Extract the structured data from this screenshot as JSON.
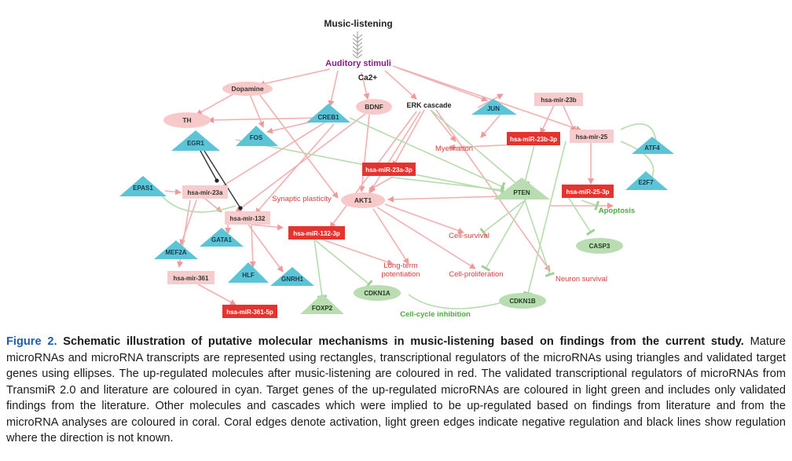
{
  "colors": {
    "up_mirna": "#e3342f",
    "mirna": "#f7cccc",
    "regulator": "#5bc4d6",
    "target": "#b9ddb1",
    "coral": "#f7c9c9",
    "edge_activation": "#f2a7a7",
    "edge_negative": "#b6dcae",
    "edge_unknown": "#333333"
  },
  "diagram": {
    "music": "Music-listening",
    "auditory": "Auditory stimuli",
    "ca": "Ca2+",
    "dopamine": "Dopamine",
    "th": "TH",
    "creb1": "CREB1",
    "bdnf": "BDNF",
    "erk": "ERK cascade",
    "jun": "JUN",
    "mir23b": "hsa-mir-23b",
    "fos": "FOS",
    "egr1": "EGR1",
    "myelination": "Myelination",
    "mir23b3p": "hsa-miR-23b-3p",
    "mir25": "hsa-mir-25",
    "atf4": "ATF4",
    "mir23a3p": "hsa-miR-23a-3p",
    "e2f7": "E2F7",
    "epas1": "EPAS1",
    "mir23a": "hsa-mir-23a",
    "synaptic": "Synaptic plasticity",
    "akt1": "AKT1",
    "pten": "PTEN",
    "mir253p": "hsa-miR-25-3p",
    "apoptosis": "Apoptosis",
    "mir132": "hsa-mir-132",
    "mir1323p": "hsa-miR-132-3p",
    "cellsurvival": "Cell-survival",
    "casp3": "CASP3",
    "gata1": "GATA1",
    "mef2a": "MEF2A",
    "ltp1": "Long-term",
    "ltp2": "potentiation",
    "cellprolif": "Cell-proliferation",
    "neuron": "Neuron survival",
    "mir361": "hsa-mir-361",
    "hlf": "HLF",
    "gnrh1": "GNRH1",
    "cdkn1a": "CDKN1A",
    "cdkn1b": "CDKN1B",
    "foxp2": "FOXP2",
    "cellcycle": "Cell-cycle inhibition",
    "mir3615p": "hsa-miR-361-5p"
  },
  "caption": {
    "label": "Figure 2.",
    "title": "Schematic illustration of putative molecular mechanisms in music-listening based on findings from the current study.",
    "body": "Mature microRNAs and microRNA transcripts are represented using rectangles, transcriptional regulators of the microRNAs using triangles and validated target genes using ellipses. The up-regulated molecules after music-listening are coloured in red. The validated transcriptional regulators of microRNAs from TransmiR 2.0 and literature are coloured in cyan. Target genes of the up-regulated microRNAs are coloured in light green and includes only validated findings from the literature. Other molecules and cascades which were implied to be up-regulated based on findings from literature and from the microRNA analyses are coloured in coral. Coral edges denote activation, light green edges indicate negative regulation and black lines show regulation where the direction is not known."
  }
}
